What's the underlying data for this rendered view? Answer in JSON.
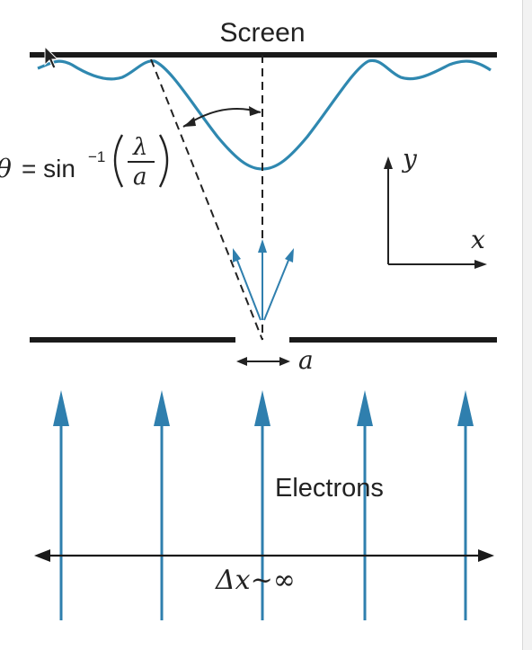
{
  "labels": {
    "screen": "Screen",
    "angle_theta": "θ",
    "angle_equals": "= sin",
    "angle_exponent": "−1",
    "angle_numerator": "λ",
    "angle_denominator": "a",
    "axis_y": "y",
    "axis_x": "x",
    "slit_width": "a",
    "electrons": "Electrons",
    "delta_x": "Δx~∞"
  },
  "colors": {
    "ink": "#1a1a1a",
    "wave": "#2f88b0",
    "electron_arrow": "#2f7fae",
    "dashed": "#222222"
  },
  "icons": {
    "cursor": "mouse-pointer-icon"
  }
}
